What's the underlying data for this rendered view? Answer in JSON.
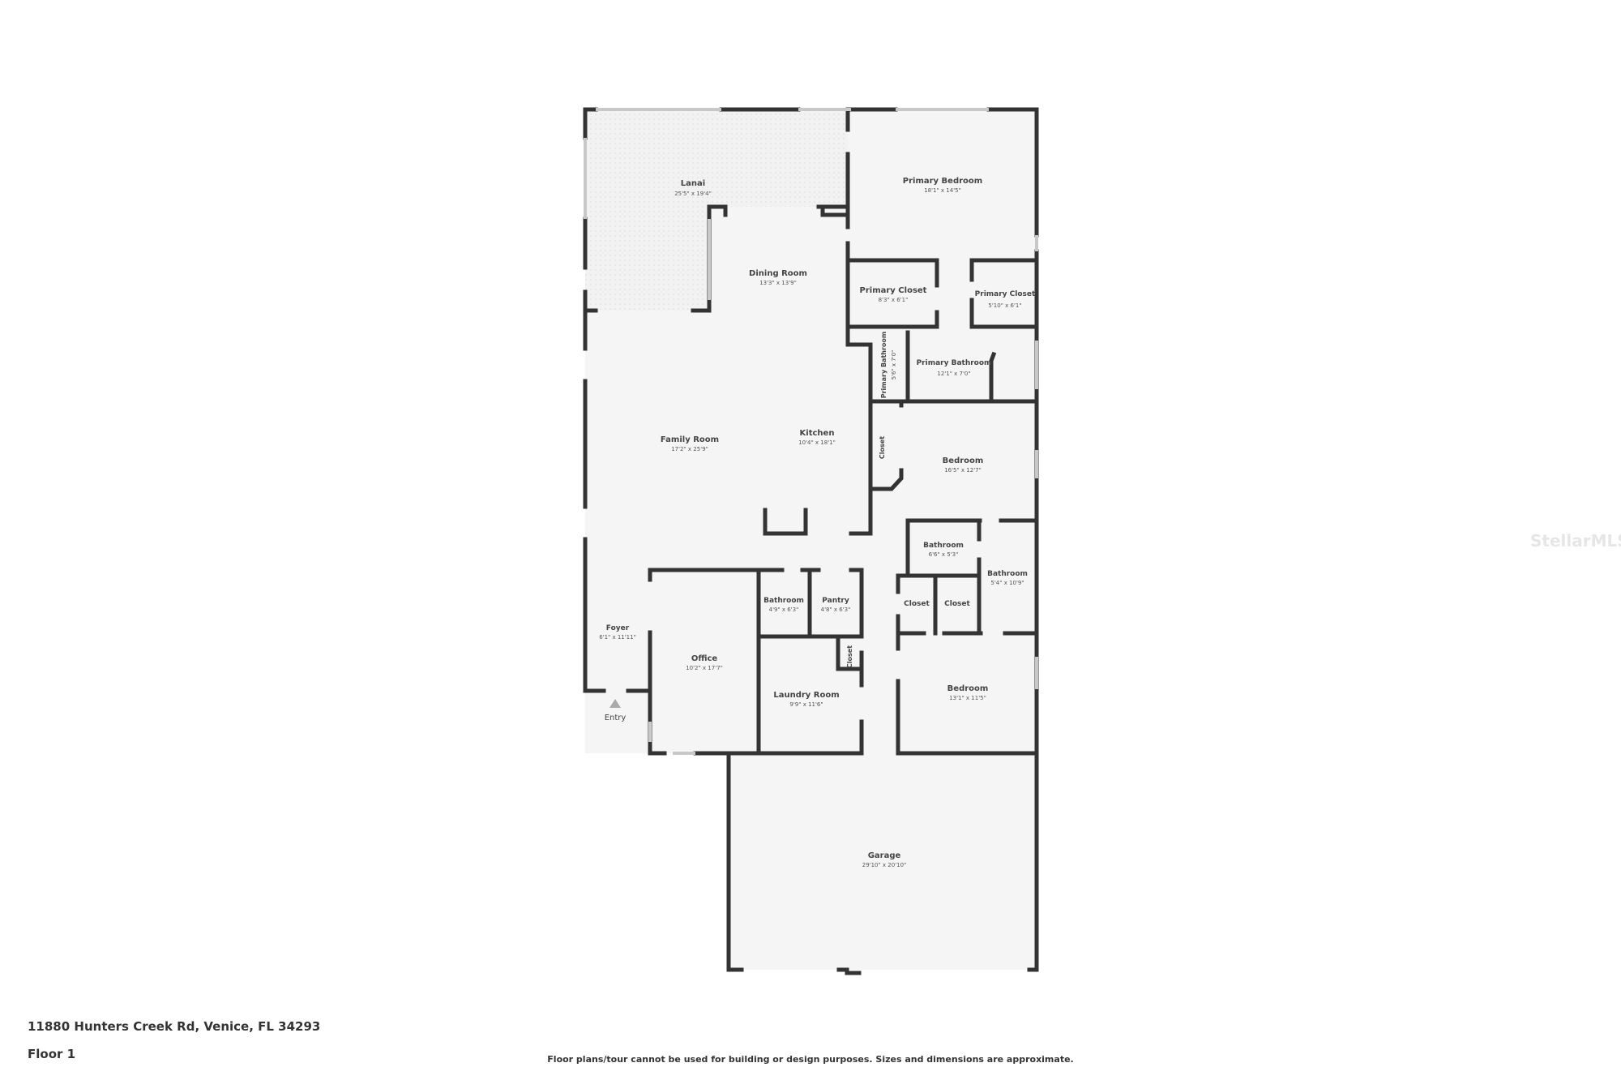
{
  "plan": {
    "rooms": [
      {
        "name": "Lanai",
        "dims": "25'5\" x 19'4\""
      },
      {
        "name": "Primary Bedroom",
        "dims": "18'1\" x 14'5\""
      },
      {
        "name": "Dining Room",
        "dims": "13'3\" x 13'9\""
      },
      {
        "name": "Primary Closet",
        "dims": "8'3\" x 6'1\""
      },
      {
        "name": "Primary Closet",
        "dims": "5'10\" x 6'1\""
      },
      {
        "name": "Primary Bathroom",
        "dims": "5'6\" x 7'0\""
      },
      {
        "name": "Primary Bathroom",
        "dims": "12'1\" x 7'0\""
      },
      {
        "name": "Family Room",
        "dims": "17'2\" x 25'9\""
      },
      {
        "name": "Kitchen",
        "dims": "10'4\" x 18'1\""
      },
      {
        "name": "Closet",
        "dims": ""
      },
      {
        "name": "Bedroom",
        "dims": "16'5\" x 12'7\""
      },
      {
        "name": "Bathroom",
        "dims": "6'6\" x 5'3\""
      },
      {
        "name": "Bathroom",
        "dims": "5'4\" x 10'9\""
      },
      {
        "name": "Bathroom",
        "dims": "4'9\" x 6'3\""
      },
      {
        "name": "Pantry",
        "dims": "4'8\" x 6'3\""
      },
      {
        "name": "Closet",
        "dims": ""
      },
      {
        "name": "Closet",
        "dims": ""
      },
      {
        "name": "Foyer",
        "dims": "6'1\" x 11'11\""
      },
      {
        "name": "Office",
        "dims": "10'2\" x 17'7\""
      },
      {
        "name": "Closet",
        "dims": ""
      },
      {
        "name": "Laundry Room",
        "dims": "9'9\" x 11'6\""
      },
      {
        "name": "Bedroom",
        "dims": "13'1\" x 11'5\""
      },
      {
        "name": "Garage",
        "dims": "29'10\" x 20'10\""
      }
    ],
    "entry_label": "Entry"
  },
  "footer": {
    "address": "11880 Hunters Creek Rd, Venice, FL 34293",
    "floor": "Floor 1",
    "disclaimer": "Floor plans/tour cannot be used for building or design purposes. Sizes and dimensions are approximate."
  },
  "watermark": "StellarMLS",
  "colors": {
    "wall": "#333333",
    "floor": "#f5f5f5",
    "window": "#c8c8c8"
  }
}
